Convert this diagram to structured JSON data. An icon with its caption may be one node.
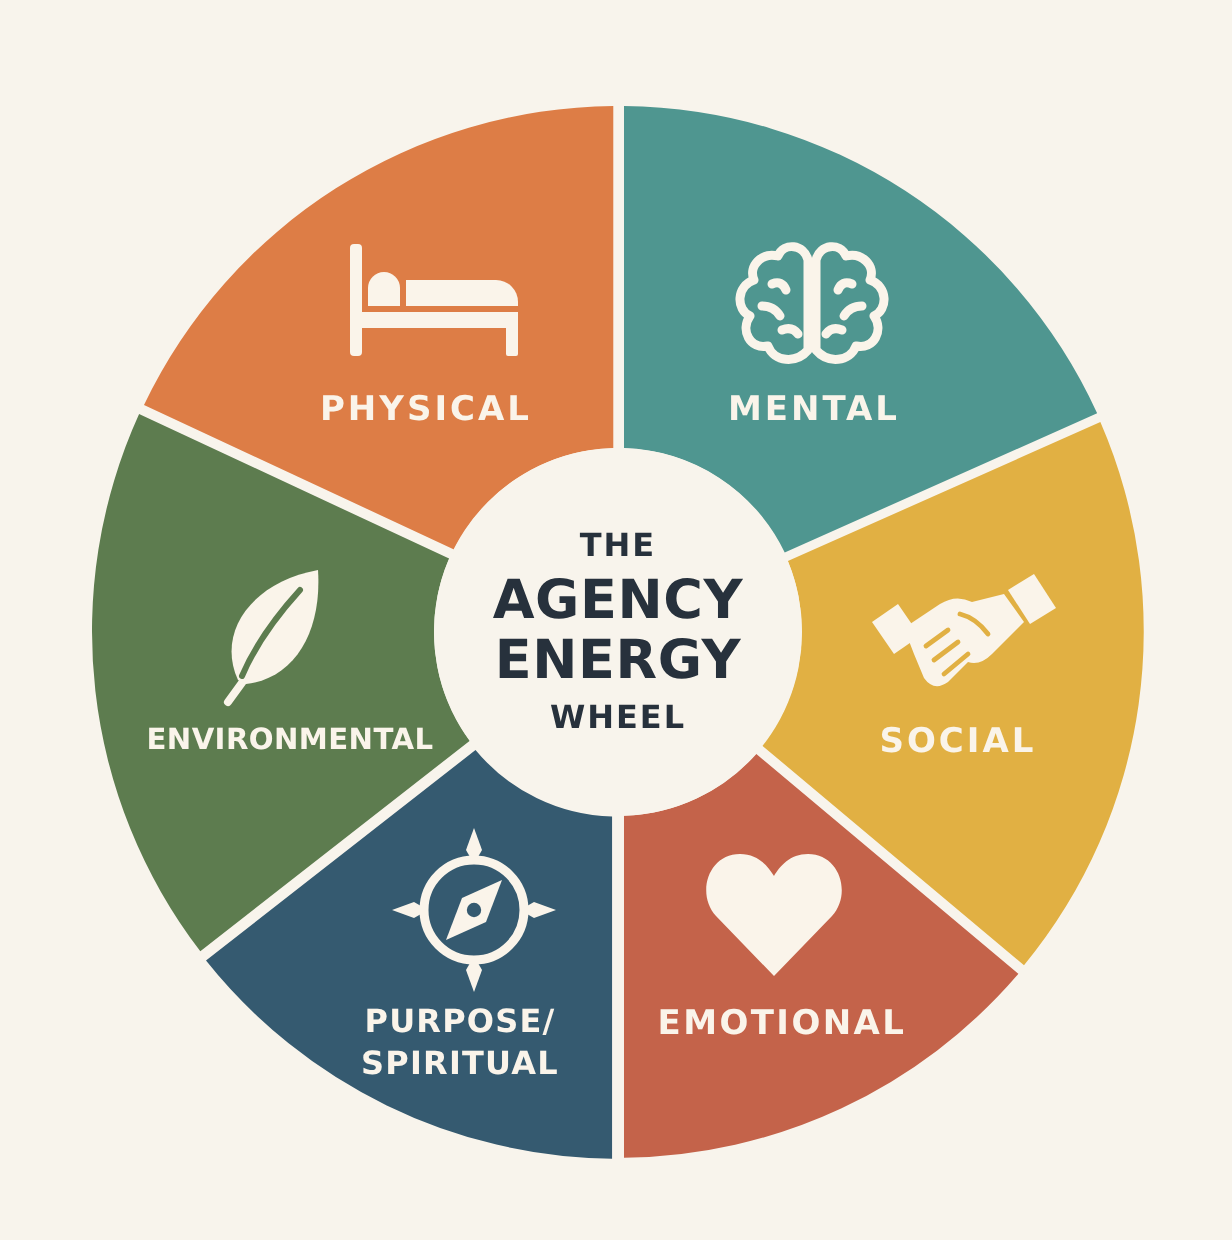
{
  "diagram": {
    "nodes": [
      {
        "text": [
          "THE",
          "AGENCY ENERGY",
          "WHEEL"
        ]
      },
      {
        "text": [
          "PHYSICAL"
        ]
      },
      {
        "text": [
          "MENTAL"
        ]
      },
      {
        "text": [
          "SOCIAL"
        ]
      },
      {
        "text": [
          "EMOTIONAL"
        ]
      },
      {
        "text": [
          "PURPOSE/ SPIRITUAL"
        ]
      },
      {
        "text": [
          "ENVIRONMENTAL"
        ]
      }
    ]
  }
}
